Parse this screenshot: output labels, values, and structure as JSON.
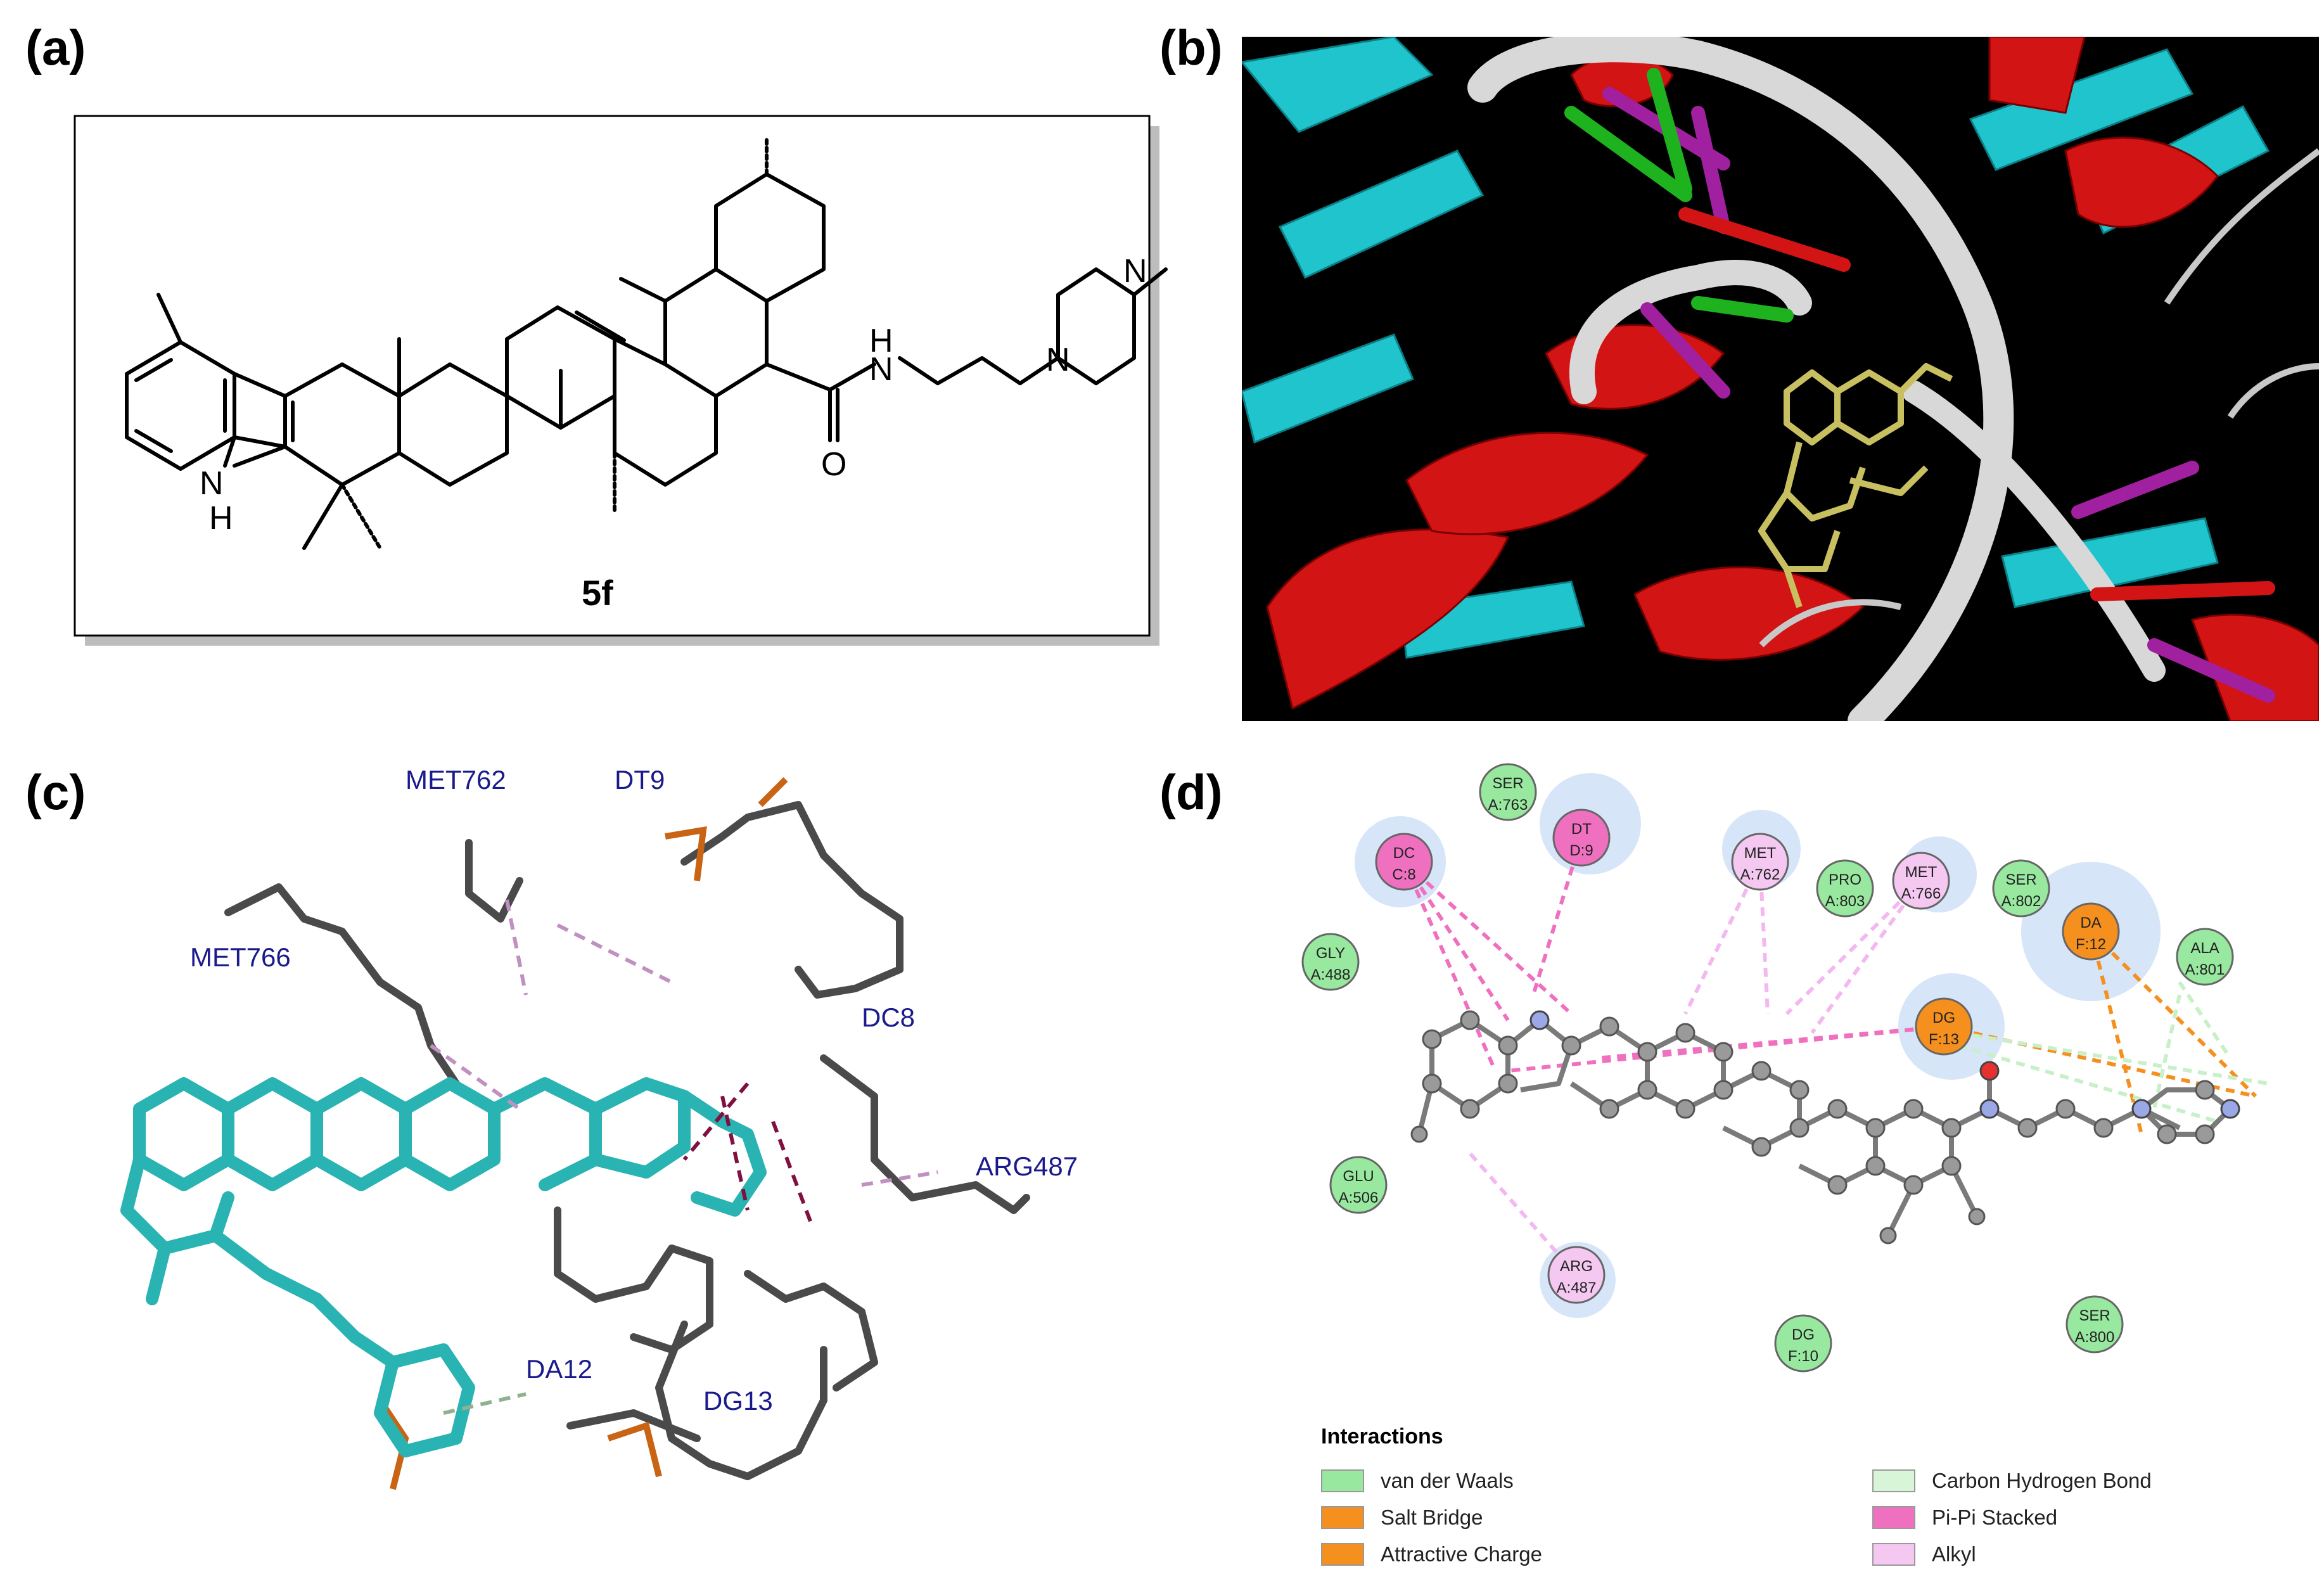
{
  "panels": {
    "a": "(a)",
    "b": "(b)",
    "c": "(c)",
    "d": "(d)"
  },
  "structure": {
    "compound_label": "5f",
    "atom_labels": {
      "nh_indole_n": "N",
      "nh_indole_h": "H",
      "amide_h": "H",
      "amide_n": "N",
      "carbonyl_o": "O",
      "piperazine_n1": "N",
      "piperazine_n2": "N"
    }
  },
  "docking_residues": {
    "met762": "MET762",
    "dt9": "DT9",
    "met766": "MET766",
    "dc8": "DC8",
    "arg487": "ARG487",
    "da12": "DA12",
    "dg13": "DG13"
  },
  "interaction_map": {
    "residues": [
      {
        "id": "ser763",
        "line1": "SER",
        "line2": "A:763",
        "type": "vdw"
      },
      {
        "id": "dc8",
        "line1": "DC",
        "line2": "C:8",
        "type": "pipi"
      },
      {
        "id": "dt9",
        "line1": "DT",
        "line2": "D:9",
        "type": "pipi"
      },
      {
        "id": "met762",
        "line1": "MET",
        "line2": "A:762",
        "type": "alkyl"
      },
      {
        "id": "pro803",
        "line1": "PRO",
        "line2": "A:803",
        "type": "vdw"
      },
      {
        "id": "met766",
        "line1": "MET",
        "line2": "A:766",
        "type": "alkyl"
      },
      {
        "id": "ser802",
        "line1": "SER",
        "line2": "A:802",
        "type": "vdw"
      },
      {
        "id": "da12",
        "line1": "DA",
        "line2": "F:12",
        "type": "salt"
      },
      {
        "id": "ala801",
        "line1": "ALA",
        "line2": "A:801",
        "type": "vdw"
      },
      {
        "id": "gly488",
        "line1": "GLY",
        "line2": "A:488",
        "type": "vdw"
      },
      {
        "id": "dg13",
        "line1": "DG",
        "line2": "F:13",
        "type": "salt"
      },
      {
        "id": "glu506",
        "line1": "GLU",
        "line2": "A:506",
        "type": "vdw"
      },
      {
        "id": "arg487",
        "line1": "ARG",
        "line2": "A:487",
        "type": "alkyl"
      },
      {
        "id": "dg10",
        "line1": "DG",
        "line2": "F:10",
        "type": "vdw"
      },
      {
        "id": "ser800",
        "line1": "SER",
        "line2": "A:800",
        "type": "vdw"
      }
    ],
    "legend": {
      "title": "Interactions",
      "items": [
        {
          "label": "van der Waals",
          "color": "#98e8a0"
        },
        {
          "label": "Salt Bridge",
          "color": "#f5901e"
        },
        {
          "label": "Attractive Charge",
          "color": "#f5901e"
        },
        {
          "label": "Carbon Hydrogen Bond",
          "color": "#d8f5d8"
        },
        {
          "label": "Pi-Pi Stacked",
          "color": "#f070c0"
        },
        {
          "label": "Alkyl",
          "color": "#f4c8f0"
        }
      ]
    }
  },
  "colors": {
    "vdw": "#98e8a0",
    "salt": "#f5901e",
    "pipi": "#f070c0",
    "alkyl": "#f4c8f0",
    "ligand_cyan": "#2ab3b3",
    "ligand_yellow": "#c8c060",
    "helix_red": "#d21414",
    "sheet_cyan": "#20c4cc",
    "coil_white": "#d8d8d8",
    "residue_label_blue": "#1a1a8c"
  }
}
